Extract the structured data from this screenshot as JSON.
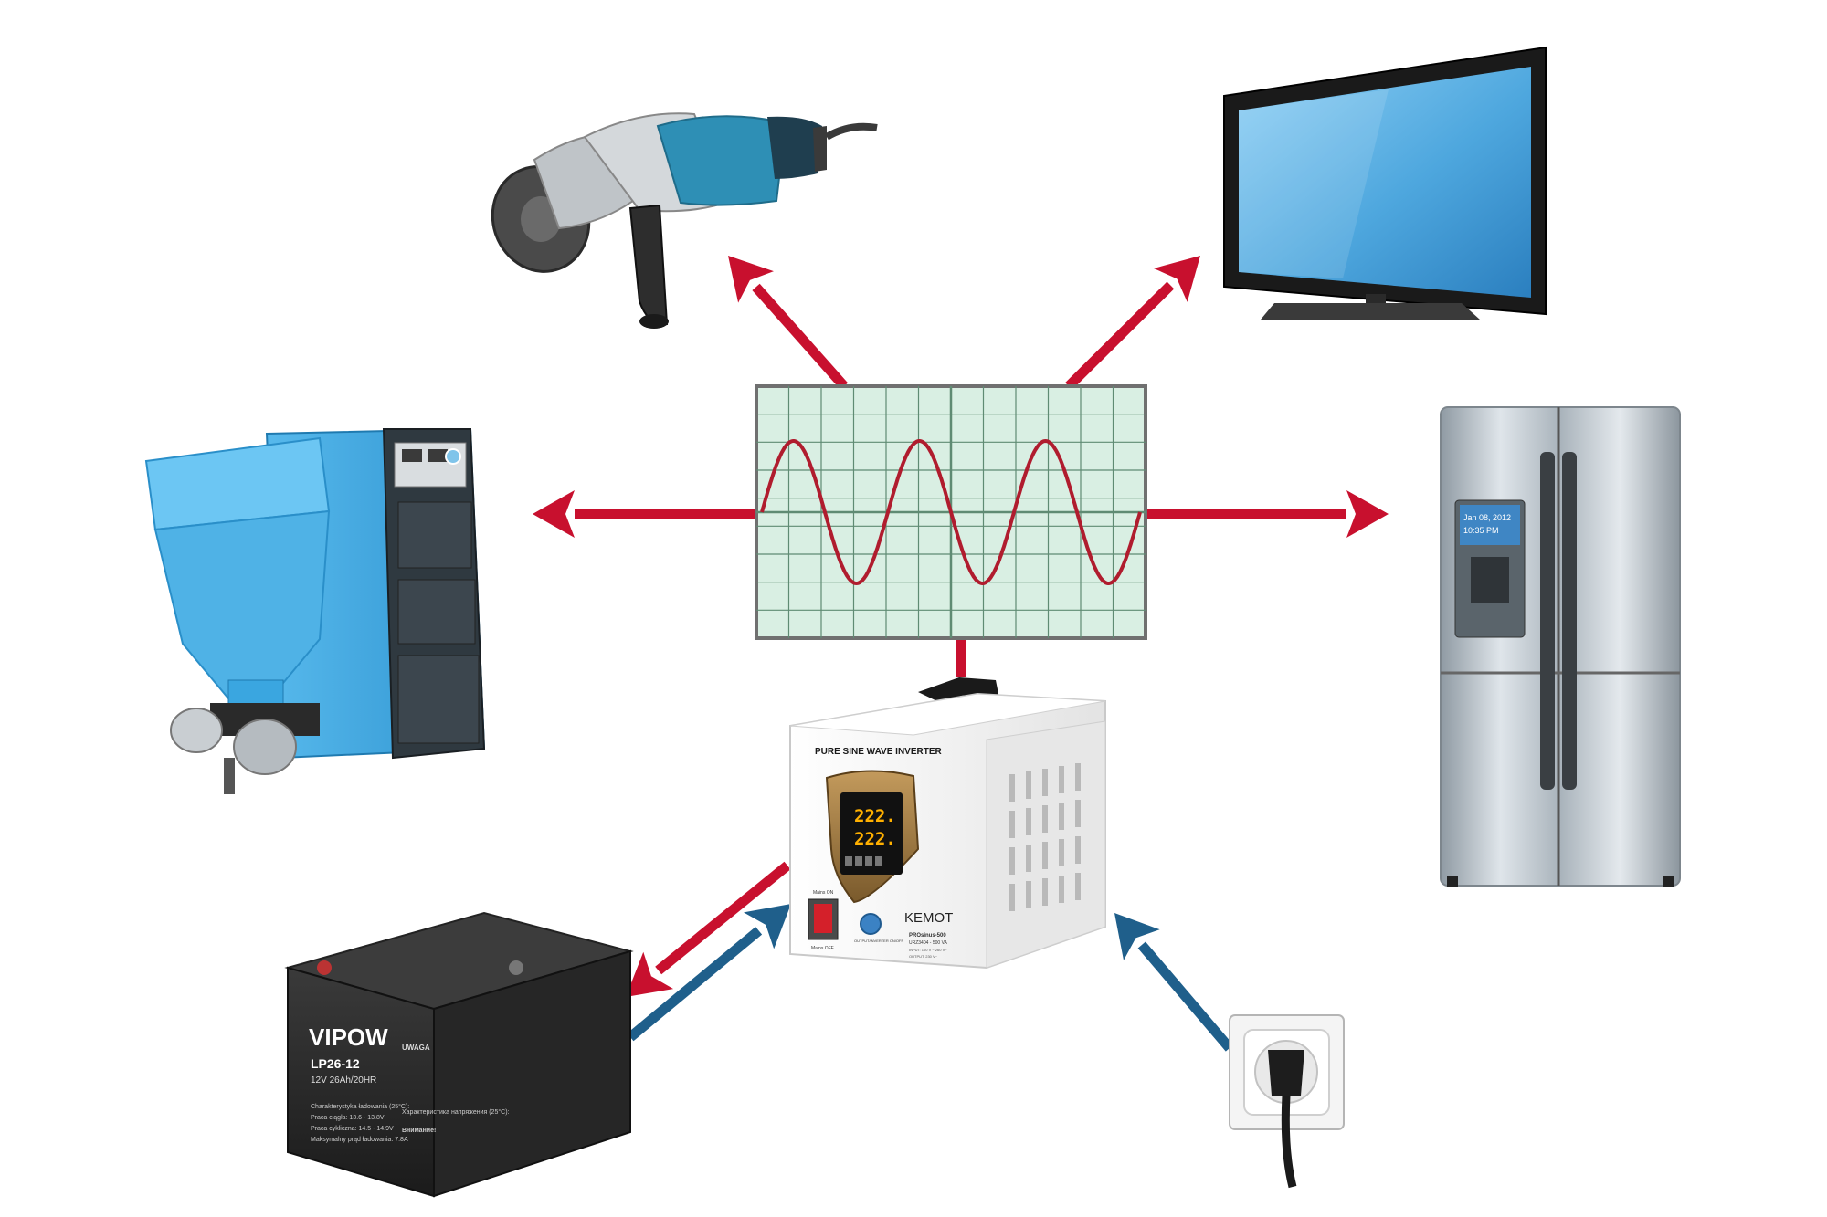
{
  "colors": {
    "power_out_arrow": "#c8102e",
    "power_in_arrow": "#1f5f8b",
    "scope_screen": "#d9efe3",
    "scope_grid": "#5f8b73",
    "sine_wave": "#b01c2e",
    "boiler_blue": "#3aa6e0",
    "inverter_white": "#f2f2f2",
    "display_digits": "#ffb000"
  },
  "inverter": {
    "header": "PURE SINE WAVE INVERTER",
    "display_top": "222.",
    "display_bottom": "222.",
    "brand": "KEMOT",
    "model_line1": "PROsinus-500",
    "model_line2": "URZ3404 - 500 VA",
    "spec_input": "INPUT: 100 V ~ 260 V~",
    "spec_output": "OUTPUT: 230 V~",
    "switch_on_label": "Mains ON",
    "switch_off_label": "Mains OFF",
    "mode_button_label": "OUTPUT/INVERTER ON/OFF"
  },
  "battery": {
    "brand": "VIPOW",
    "model": "LP26-12",
    "rating": "12V 26Ah/20HR",
    "warning_title": "UWAGA",
    "spec_title_ru": "Характеристика напряжения (25°C):",
    "spec_title_pl": "Charakterystyka ładowania (25°C):",
    "float_charge": "Praca ciągła: 13.6 - 13.8V",
    "cyclic_charge": "Praca cykliczna: 14.5 - 14.9V",
    "max_current": "Maksymalny prąd ładowania: 7.8A",
    "caution_title": "Внимание!"
  },
  "fridge": {
    "panel_date": "Jan 08, 2012",
    "panel_time": "10:35 PM"
  },
  "icons": [
    "angle-grinder-icon",
    "television-icon",
    "pellet-boiler-icon",
    "refrigerator-icon",
    "battery-icon",
    "wall-socket-icon",
    "oscilloscope-icon",
    "inverter-icon"
  ]
}
